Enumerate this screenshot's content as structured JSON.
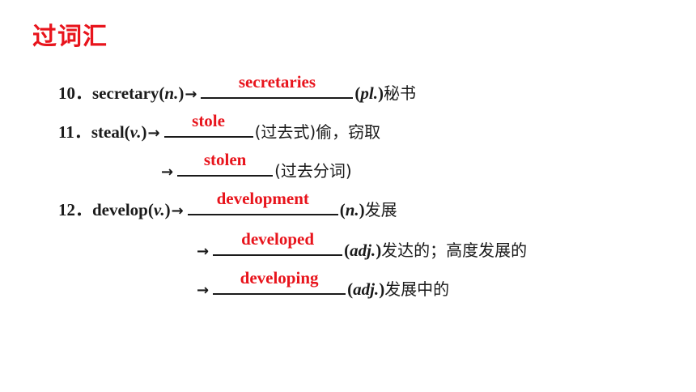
{
  "title": "过词汇",
  "arrow": "→",
  "items": [
    {
      "num": "10．",
      "word": "secretary",
      "pos_open": "(",
      "pos": "n.",
      "pos_close": ")",
      "answer": "secretaries",
      "after_open": "(",
      "after_italic": "pl.",
      "after_close": ")",
      "after_cn": "秘书"
    },
    {
      "num": "11．",
      "word": "steal",
      "pos_open": "(",
      "pos": "v.",
      "pos_close": ")",
      "answer": "stole",
      "after_cn": "(过去式)偷，窃取"
    },
    {
      "answer": "stolen",
      "after_cn": "(过去分词)"
    },
    {
      "num": "12．",
      "word": "develop",
      "pos_open": "(",
      "pos": "v.",
      "pos_close": ")",
      "answer": "development",
      "after_open": "(",
      "after_italic": "n.",
      "after_close": ")",
      "after_cn": "发展"
    },
    {
      "answer": "developed",
      "after_open": "(",
      "after_italic": "adj.",
      "after_close": ")",
      "after_cn": "发达的；高度发展的"
    },
    {
      "answer": "developing",
      "after_open": "(",
      "after_italic": "adj.",
      "after_close": ")",
      "after_cn": "发展中的"
    }
  ]
}
